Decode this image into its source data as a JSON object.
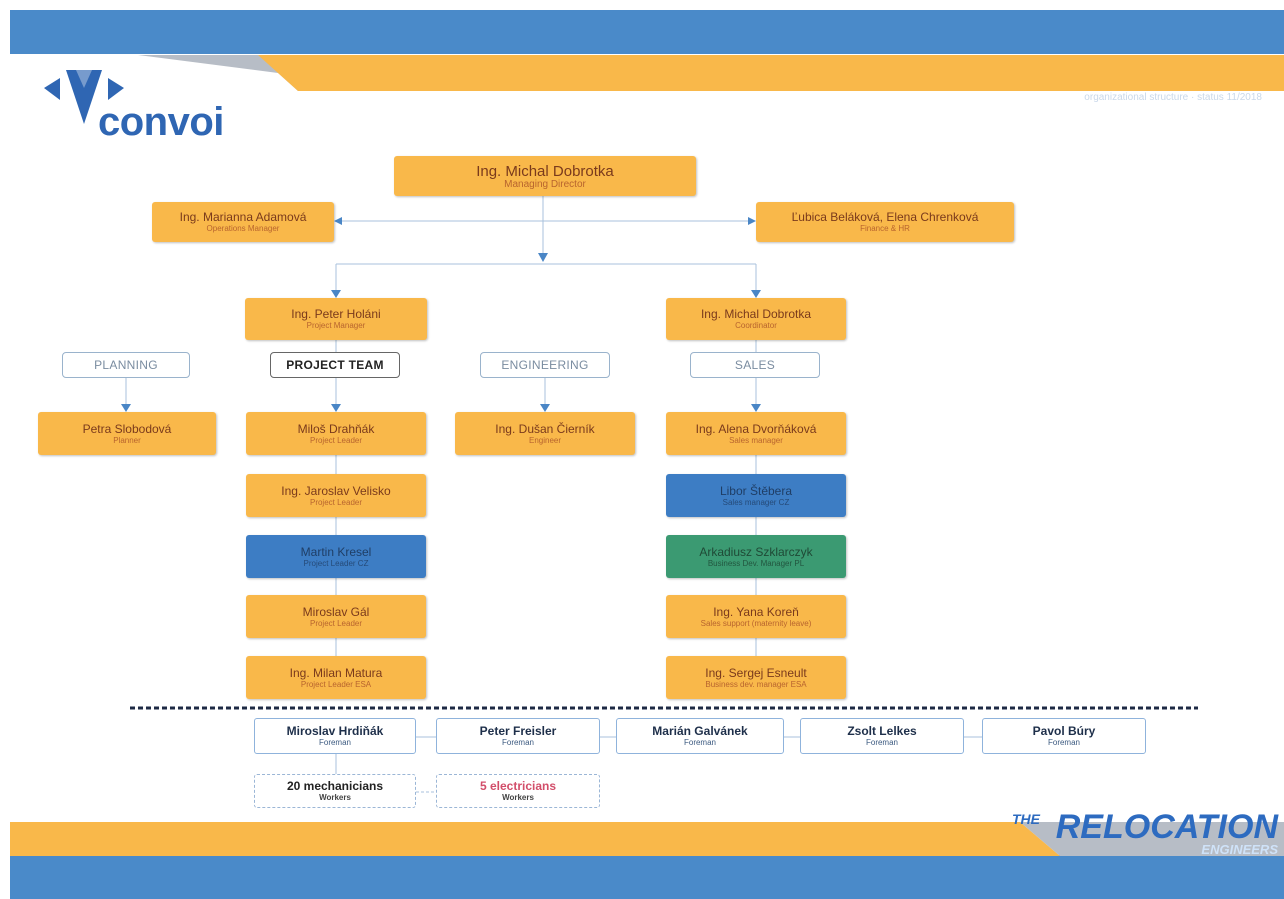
{
  "brand": {
    "logo_text": "convoi",
    "status_line": "organizational structure · status 11/2018",
    "footer_the": "THE",
    "footer_relocation": "RELOCATION",
    "footer_engineers": "ENGINEERS",
    "colors": {
      "blue": "#4a8ac9",
      "orange": "#f9b84a",
      "dark_blue": "#2f66b3"
    }
  },
  "top": {
    "md": {
      "name": "Ing. Michal Dobrotka",
      "role": "Managing Director"
    },
    "ops": {
      "name": "Ing. Marianna Adamová",
      "role": "Operations Manager"
    },
    "fin": {
      "name": "Ľubica Beláková, Elena Chrenková",
      "role": "Finance & HR"
    }
  },
  "second": {
    "pm": {
      "name": "Ing. Peter Holáni",
      "role": "Project Manager"
    },
    "coord": {
      "name": "Ing. Michal Dobrotka",
      "role": "Coordinator"
    }
  },
  "departments": {
    "planning": "PLANNING",
    "project_team": "PROJECT TEAM",
    "engineering": "ENGINEERING",
    "sales": "SALES"
  },
  "planning": [
    {
      "name": "Petra Slobodová",
      "role": "Planner"
    }
  ],
  "project_team": [
    {
      "name": "Miloš Drahňák",
      "role": "Project Leader"
    },
    {
      "name": "Ing. Jaroslav Velisko",
      "role": "Project Leader"
    },
    {
      "name": "Martin Kresel",
      "role": "Project Leader CZ"
    },
    {
      "name": "Miroslav Gál",
      "role": "Project Leader"
    },
    {
      "name": "Ing. Milan Matura",
      "role": "Project Leader ESA"
    }
  ],
  "engineering": [
    {
      "name": "Ing. Dušan Čierník",
      "role": "Engineer"
    }
  ],
  "sales": [
    {
      "name": "Ing. Alena Dvorňáková",
      "role": "Sales manager"
    },
    {
      "name": "Libor Štěbera",
      "role": "Sales manager CZ"
    },
    {
      "name": "Arkadiusz Szklarczyk",
      "role": "Business Dev. Manager PL"
    },
    {
      "name": "Ing. Yana Koreň",
      "role": "Sales support (maternity leave)"
    },
    {
      "name": "Ing. Sergej Esneult",
      "role": "Business dev. manager ESA"
    }
  ],
  "foremen": [
    {
      "name": "Miroslav Hrdiňák",
      "role": "Foreman"
    },
    {
      "name": "Peter Freisler",
      "role": "Foreman"
    },
    {
      "name": "Marián Galvánek",
      "role": "Foreman"
    },
    {
      "name": "Zsolt Lelkes",
      "role": "Foreman"
    },
    {
      "name": "Pavol Búry",
      "role": "Foreman"
    }
  ],
  "workers": [
    {
      "name": "20 mechanicians",
      "role": "Workers"
    },
    {
      "name": "5 electricians",
      "role": "Workers"
    }
  ]
}
